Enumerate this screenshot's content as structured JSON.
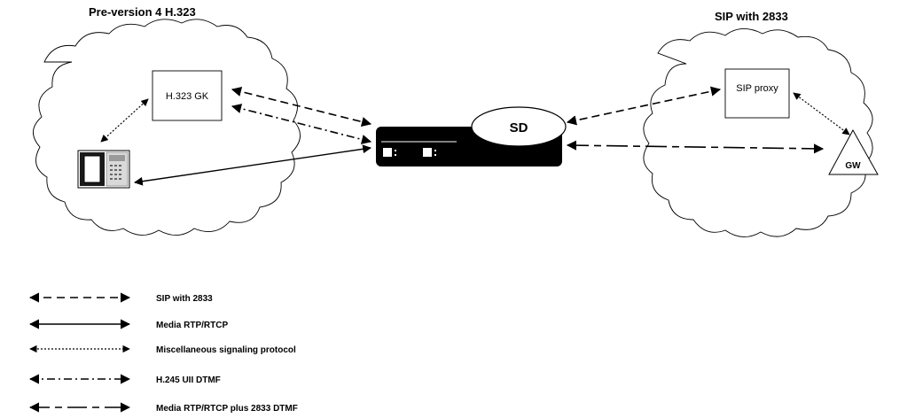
{
  "diagram": {
    "left_network_title": "Pre-version 4 H.323",
    "right_network_title": "SIP with 2833",
    "gatekeeper_label": "H.323 GK",
    "sd_label": "SD",
    "sip_proxy_label": "SIP proxy",
    "gateway_label": "GW"
  },
  "legend": [
    {
      "label": "SIP with 2833",
      "style": "dashed"
    },
    {
      "label": "Media RTP/RTCP",
      "style": "solid"
    },
    {
      "label": "Miscellaneous signaling protocol",
      "style": "dotted"
    },
    {
      "label": "H.245 UII DTMF",
      "style": "dash-dot"
    },
    {
      "label": "Media RTP/RTCP plus 2833 DTMF",
      "style": "long-dash"
    }
  ]
}
